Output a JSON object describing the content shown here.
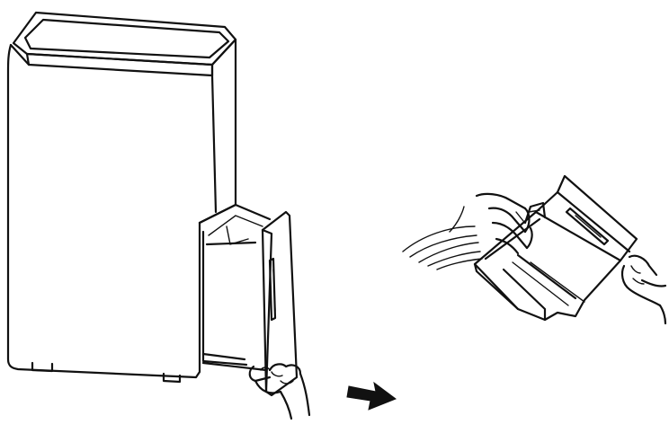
{
  "figure": {
    "description_steps": 2,
    "colors": {
      "stroke": "#111111",
      "background": "#ffffff"
    },
    "icons": [
      "dehumidifier-unit",
      "water-tank",
      "hand",
      "arrow-right"
    ]
  }
}
